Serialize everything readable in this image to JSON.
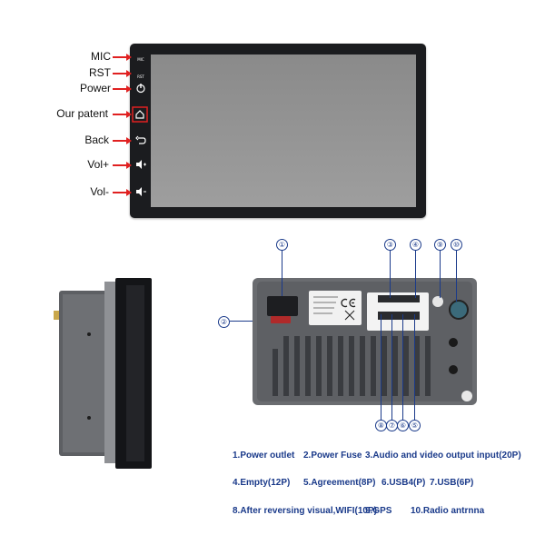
{
  "front_labels": [
    "MIC",
    "RST",
    "Power",
    "Our patent",
    "Back",
    "Vol+",
    "Vol-"
  ],
  "button_marks": {
    "mic": "MIC",
    "rst": "RST"
  },
  "callout_numbers": [
    "①",
    "③",
    "④",
    "⑨",
    "⑩",
    "⑧",
    "⑦",
    "⑥",
    "⑤"
  ],
  "side_callout": "②",
  "legend": [
    "1.Power outlet",
    "2.Power Fuse",
    "3.Audio and video output input(20P)",
    "4.Empty(12P)",
    "5.Agreement(8P)",
    "6.USB4(P)",
    "7.USB(6P)",
    "8.After reversing visual,WIFI(10P)",
    "9.GPS",
    "10.Radio antrnna"
  ],
  "colors": {
    "label_arrow": "#e02020",
    "legend_text": "#1a3a8a",
    "bezel": "#1b1c1f",
    "screen": "#9a9a9a"
  }
}
